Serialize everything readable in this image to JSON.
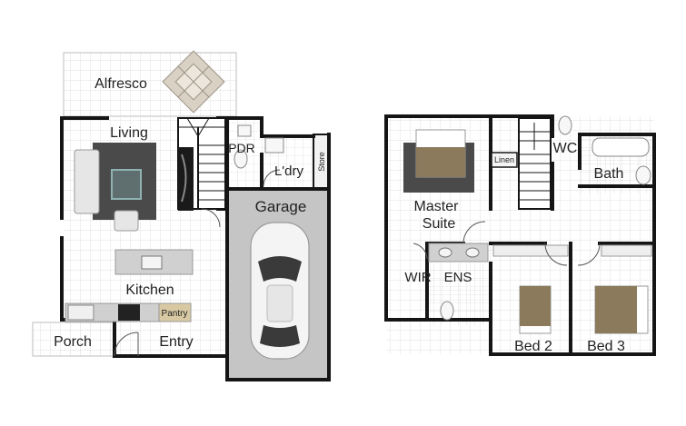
{
  "ground_floor": {
    "rooms": {
      "alfresco": "Alfresco",
      "living": "Living",
      "pdr": "PDR",
      "laundry": "L'dry",
      "store": "Store",
      "garage": "Garage",
      "kitchen": "Kitchen",
      "pantry": "Pantry",
      "porch": "Porch",
      "entry": "Entry"
    }
  },
  "first_floor": {
    "rooms": {
      "master_suite_line1": "Master",
      "master_suite_line2": "Suite",
      "linen": "Linen",
      "wc": "WC",
      "bath": "Bath",
      "wir": "WIR",
      "ens": "ENS",
      "bed2": "Bed 2",
      "bed3": "Bed 3"
    }
  },
  "colors": {
    "wall": "#151515",
    "grid_line": "#d9d9d9",
    "garage_floor": "#c5c5c5",
    "rug": "#4a4a4a",
    "bed_cover": "#8b7a5c",
    "bench": "#d0d0d0",
    "pantry_fill": "#d8c9a3"
  }
}
